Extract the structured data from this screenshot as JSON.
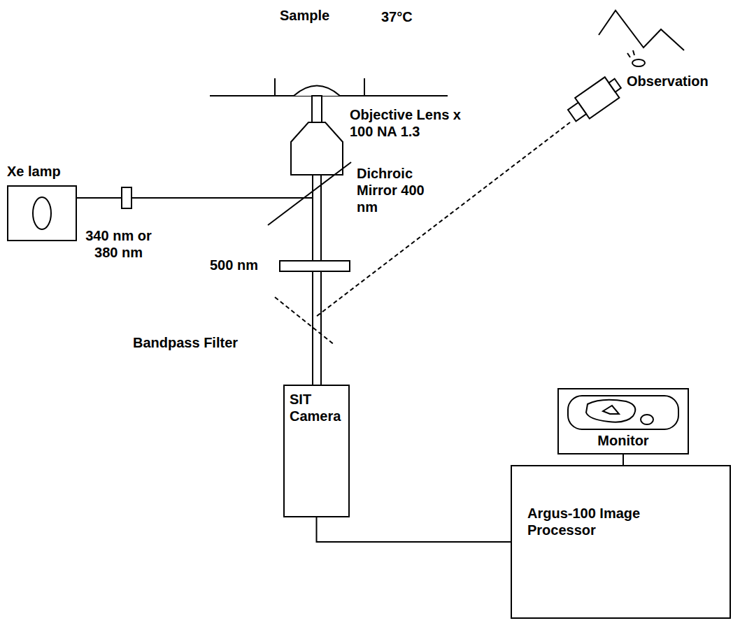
{
  "diagram": {
    "nodes": [
      {
        "text": [
          "Xe lamp"
        ]
      },
      {
        "text": [
          "SIT Camera"
        ]
      },
      {
        "text": [
          "Monitor"
        ]
      },
      {
        "text": [
          "Argus-100 Image Processor"
        ]
      }
    ],
    "edges": [
      {
        "from": 1,
        "to": 3,
        "arrow": "none"
      },
      {
        "from": 2,
        "to": 3,
        "arrow": "none"
      }
    ],
    "labels": [
      "Sample",
      "37°C",
      "Objective Lens x 100 NA 1.3",
      "340 nm or 380 nm",
      "Dichroic Mirror 400 nm",
      "500 nm",
      "Bandpass Filter",
      "Observation"
    ]
  }
}
